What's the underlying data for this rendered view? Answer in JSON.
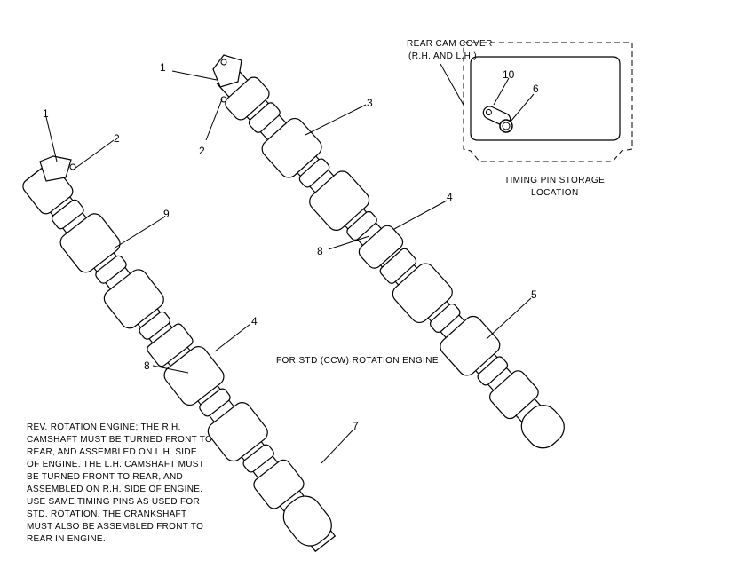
{
  "callouts": {
    "c1_right": "1",
    "c2_right": "2",
    "c3": "3",
    "c4_right": "4",
    "c8_right": "8",
    "c5": "5",
    "c1_left": "1",
    "c2_left": "2",
    "c9": "9",
    "c4_left": "4",
    "c8_left": "8",
    "c7": "7",
    "c10": "10",
    "c6": "6"
  },
  "inset": {
    "title_line1": "REAR CAM COVER",
    "title_line2": "(R.H. AND L.H.)",
    "caption_line1": "TIMING PIN STORAGE",
    "caption_line2": "LOCATION"
  },
  "std_rotation_label": "FOR STD (CCW) ROTATION ENGINE",
  "rev_note": {
    "lines": [
      "REV. ROTATION ENGINE; THE R.H.",
      "CAMSHAFT MUST BE TURNED FRONT TO",
      "REAR, AND ASSEMBLED ON L.H. SIDE",
      "OF ENGINE. THE L.H. CAMSHAFT MUST",
      "BE TURNED FRONT TO REAR, AND",
      "ASSEMBLED ON R.H. SIDE OF ENGINE.",
      "USE SAME TIMING PINS AS USED FOR",
      "STD. ROTATION. THE CRANKSHAFT",
      "MUST ALSO BE ASSEMBLED FRONT TO",
      "REAR IN ENGINE."
    ]
  }
}
